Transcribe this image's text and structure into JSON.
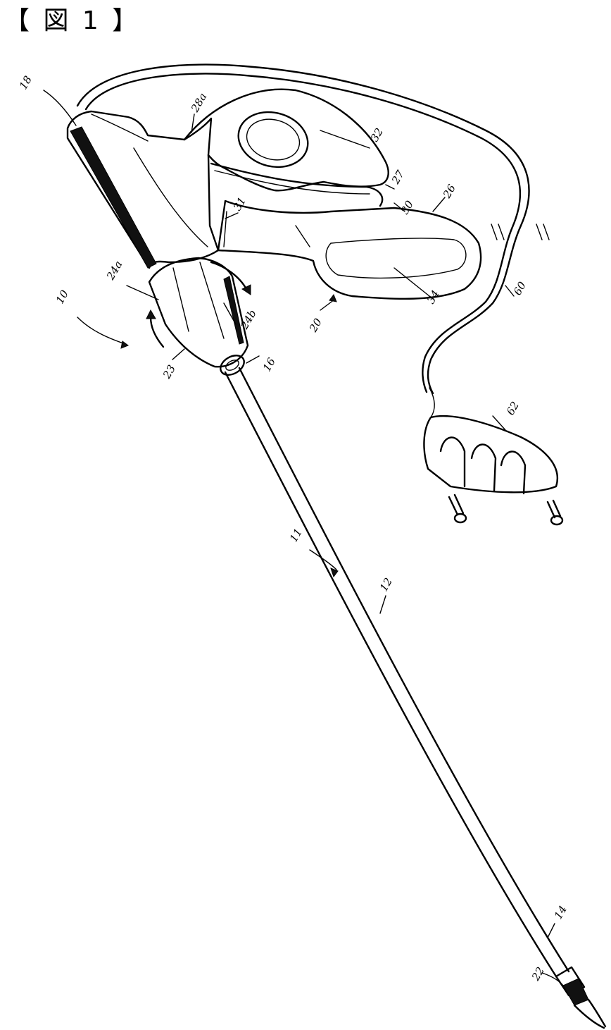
{
  "figure": {
    "title": "【 図 1 】"
  },
  "reference_numerals": {
    "r10": "10",
    "r11": "11",
    "r12": "12",
    "r14": "14",
    "r16": "16",
    "r18": "18",
    "r20": "20",
    "r22": "22",
    "r23": "23",
    "r24a": "24a",
    "r24b": "24b",
    "r26": "26",
    "r27": "27",
    "r28a": "28a",
    "r30": "30",
    "r31": "31",
    "r32": "32",
    "r34": "34",
    "r60": "60",
    "r62": "62"
  }
}
